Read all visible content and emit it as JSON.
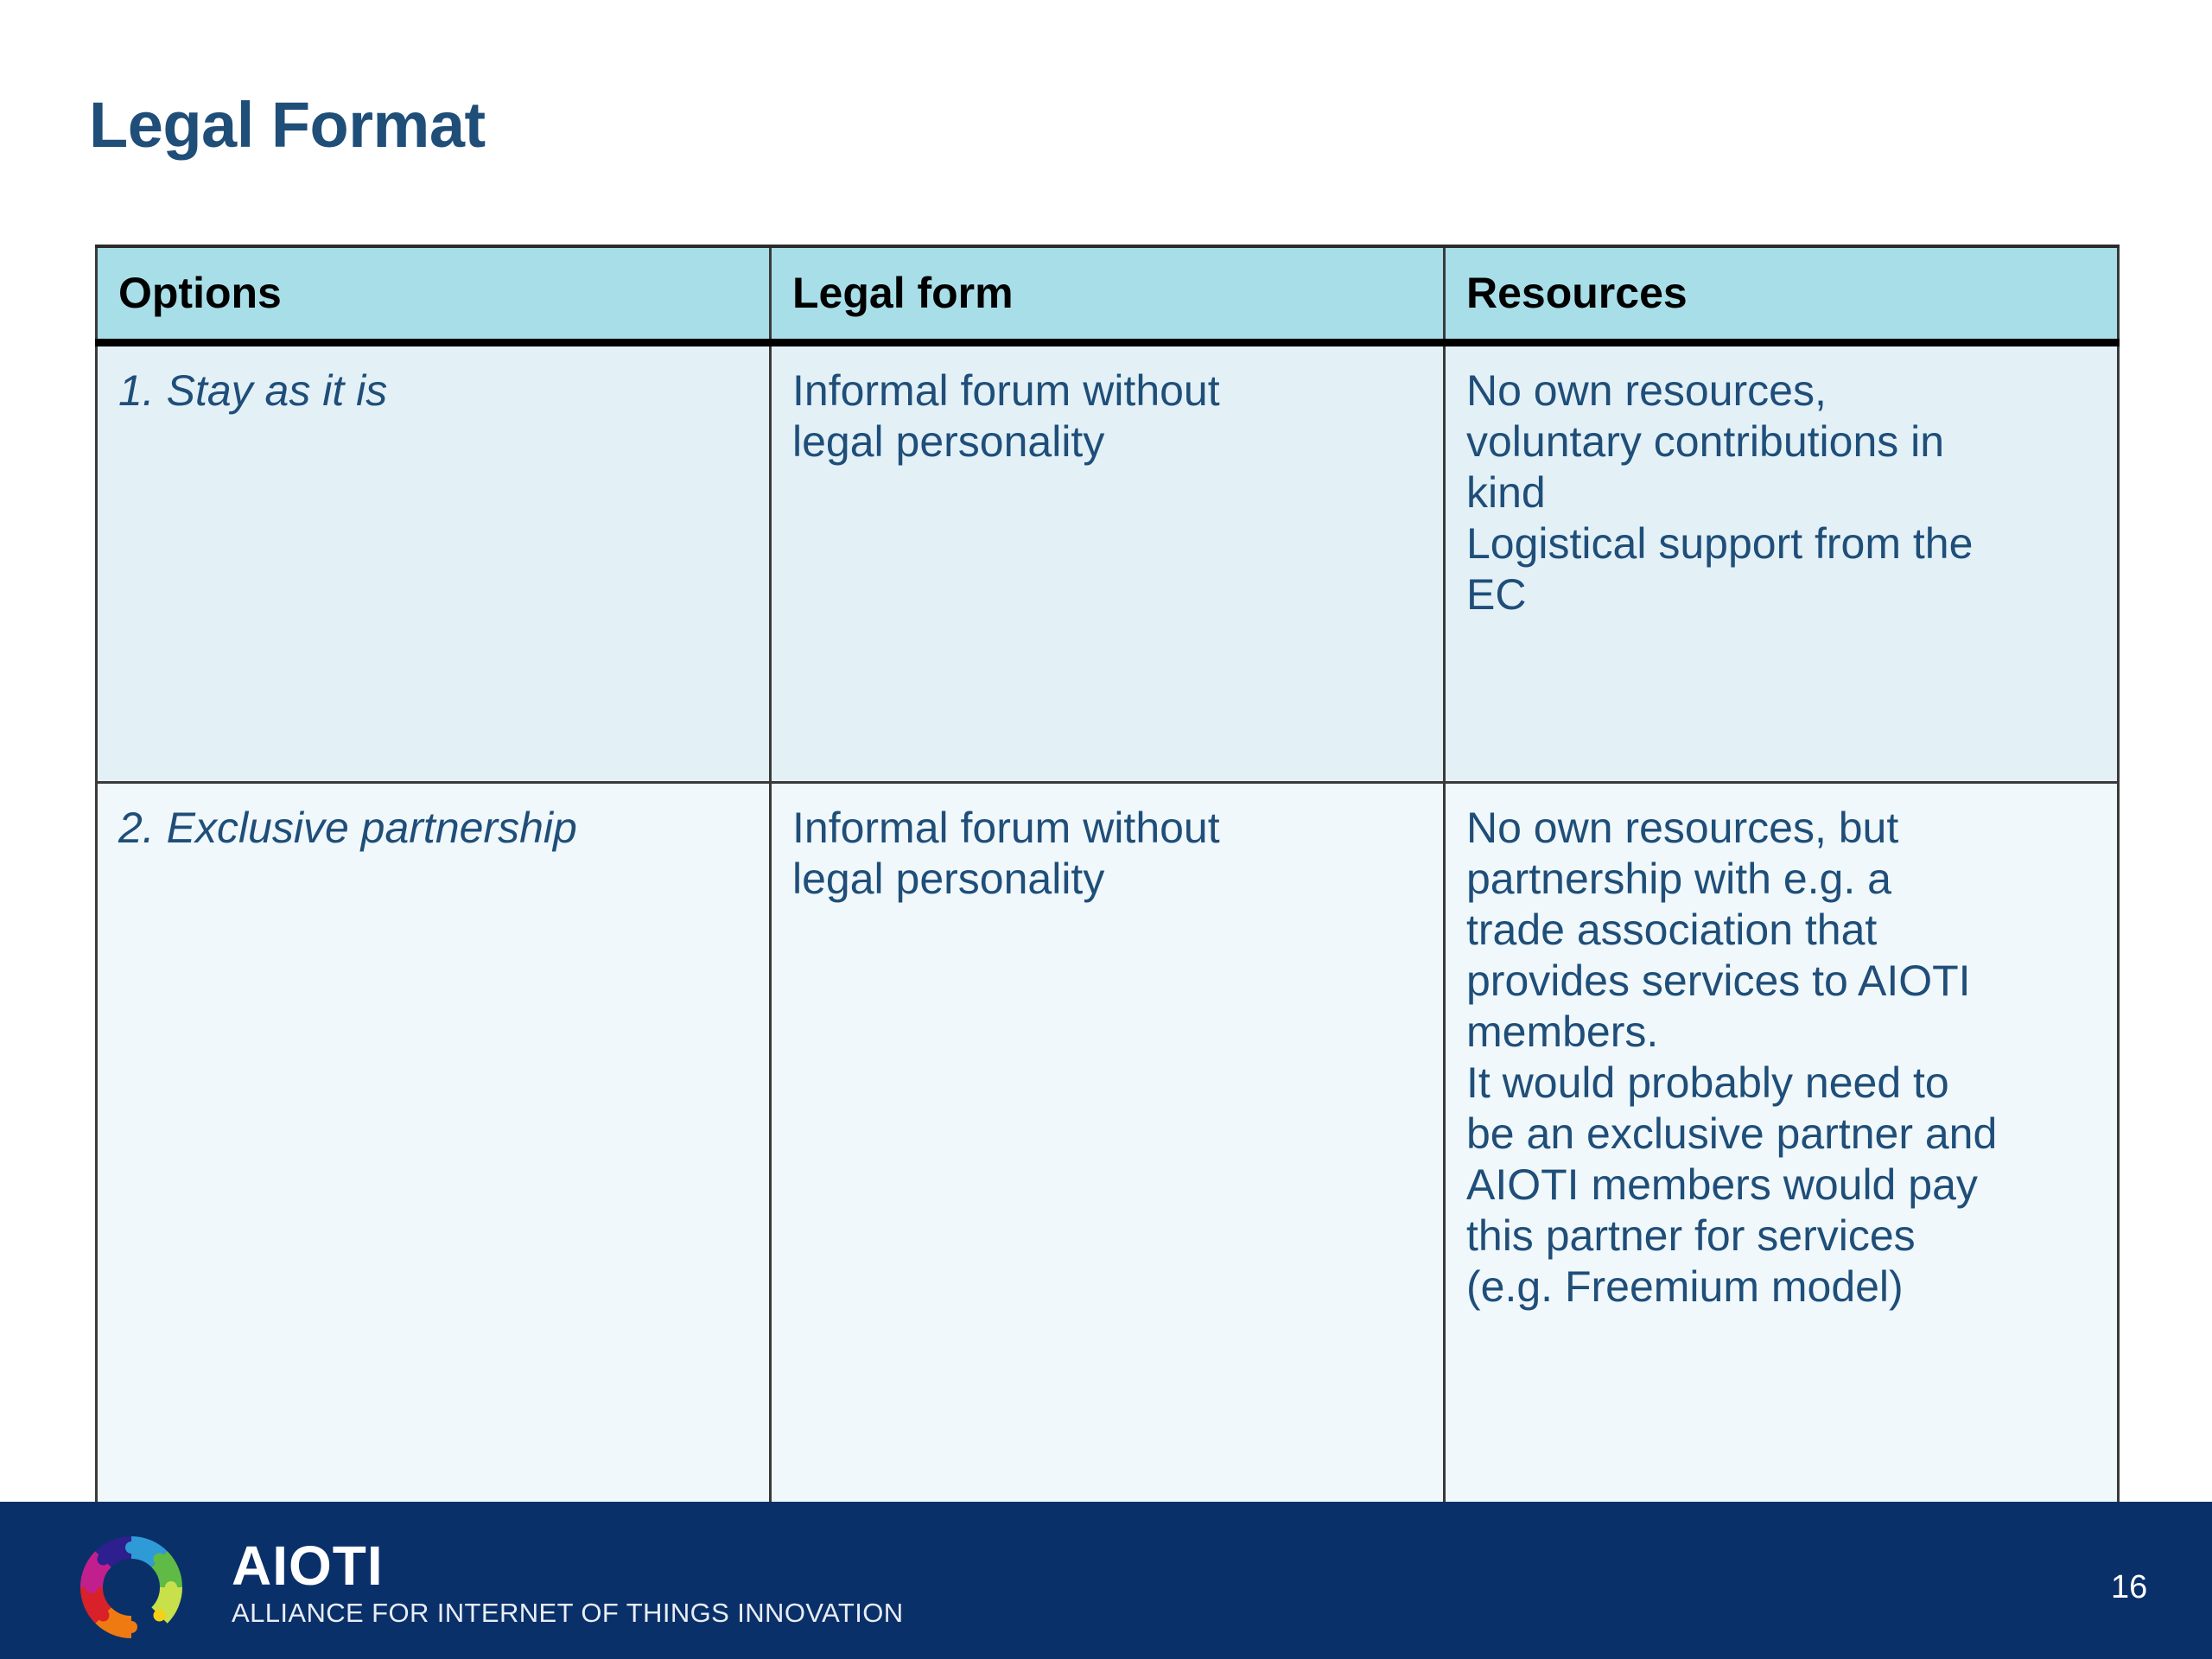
{
  "slide": {
    "title": "Legal Format",
    "page_number": "16",
    "title_color": "#1F4E79",
    "header_fill": "#A8DEE8",
    "row1_fill": "#E3F1F7",
    "row2_fill": "#F0F8FB",
    "footer_fill": "#0A3069",
    "body_text_color": "#1F4E79"
  },
  "table": {
    "headers": [
      "Options",
      "Legal form",
      "Resources"
    ],
    "rows": [
      {
        "option": "1. Stay as it is",
        "legal_form": [
          "Informal forum without",
          "legal personality"
        ],
        "resources": [
          "No own resources,",
          "voluntary contributions in",
          "kind",
          "Logistical support from the",
          "EC"
        ]
      },
      {
        "option": "2. Exclusive partnership",
        "legal_form": [
          "Informal forum without",
          "legal personality"
        ],
        "resources": [
          "No own resources, but",
          "partnership with e.g. a",
          "trade association that",
          "provides services to AIOTI",
          "members.",
          "It would probably need to",
          "be an exclusive partner and",
          "AIOTI members would pay",
          "this partner for services",
          "(e.g. Freemium model)"
        ]
      }
    ]
  },
  "footer": {
    "brand_name": "AIOTI",
    "brand_tagline": "ALLIANCE FOR INTERNET OF THINGS INNOVATION",
    "logo_icon": "aioti-puzzle-ring-logo"
  }
}
